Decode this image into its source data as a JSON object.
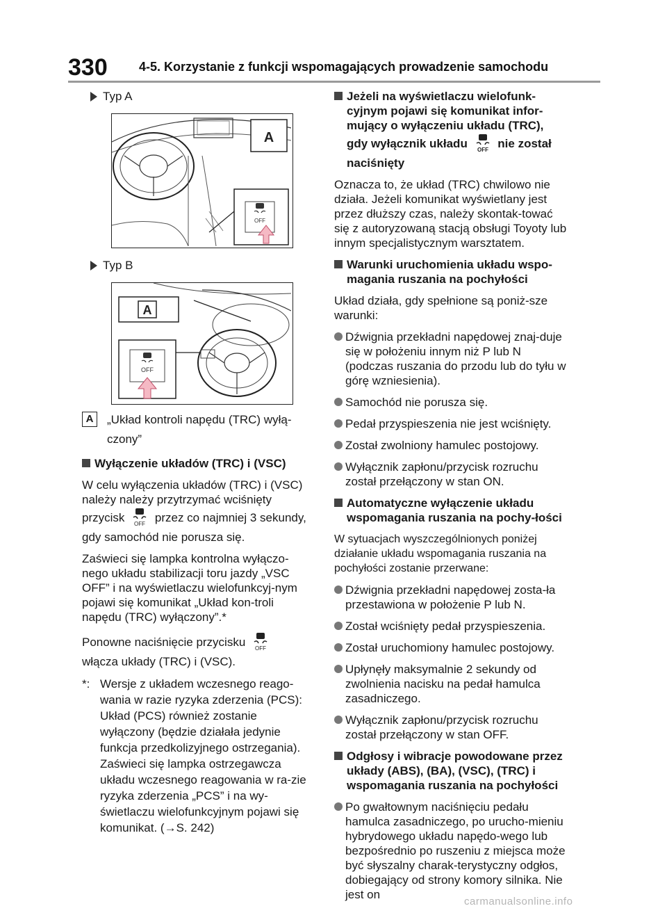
{
  "header": {
    "page_number": "330",
    "section_title": "4-5. Korzystanie z funkcji wspomagających prowadzenie samochodu"
  },
  "left": {
    "type_a": "Typ A",
    "type_b": "Typ B",
    "label_a": "A",
    "icon_off": "OFF",
    "caption_a_text": "„Układ kontroli napędu (TRC) wyłą-czony”",
    "heading1": "Wyłączenie układów (TRC) i (VSC)",
    "para1_line1": "W celu wyłączenia układów (TRC) i (VSC) należy należy przytrzymać wciśnięty przycisk",
    "para1_line2": "przez co najmniej 3 sekundy, gdy samochód nie porusza się.",
    "para2": "Zaświeci się lampka kontrolna wyłączo-nego układu stabilizacji toru jazdy „VSC OFF” i na wyświetlaczu wielofunkcyj-nym pojawi się komunikat „Układ kon-troli napędu (TRC) wyłączony”.*",
    "para3_pre": "Ponowne naciśnięcie przycisku",
    "para3_post": "włącza układy (TRC) i (VSC).",
    "footnote_mark": "*:",
    "footnote": "Wersje z układem wczesnego reago-wania w razie ryzyka zderzenia (PCS): Układ (PCS) również zostanie wyłączony (będzie działała jedynie funkcja przedkolizyjnego ostrzegania). Zaświeci się lampka ostrzegawcza układu wczesnego reagowania w ra-zie ryzyka zderzenia „PCS” i na wy-świetlaczu wielofunkcyjnym pojawi się komunikat. (→S. 242)"
  },
  "right": {
    "heading1_pre": "Jeżeli na wyświetlaczu wielofunk-cyjnym pojawi się komunikat infor-mujący o wyłączeniu układu (TRC), gdy wyłącznik układu",
    "heading1_post": "nie został naciśnięty",
    "para1": "Oznacza to, że układ (TRC) chwilowo nie działa. Jeżeli komunikat wyświetlany jest przez dłuższy czas, należy skontak-tować się z autoryzowaną stacją obsługi Toyoty lub innym specjalistycznym warsztatem.",
    "heading2": "Warunki uruchomienia układu wspo-magania ruszania na pochyłości",
    "para2": "Układ działa, gdy spełnione są poniż-sze warunki:",
    "bullets1": [
      "Dźwignia przekładni napędowej znaj-duje się w położeniu innym niż P lub N (podczas ruszania do przodu lub do tyłu w górę wzniesienia).",
      "Samochód nie porusza się.",
      "Pedał przyspieszenia nie jest wciśnięty.",
      "Został zwolniony hamulec postojowy.",
      "Wyłącznik zapłonu/przycisk rozruchu został przełączony w stan ON."
    ],
    "heading3": "Automatyczne wyłączenie układu wspomagania ruszania na pochy-łości",
    "para3": "W sytuacjach wyszczególnionych poniżej działanie układu wspomagania ruszania na pochyłości zostanie przerwane:",
    "bullets2": [
      "Dźwignia przekładni napędowej zosta-ła przestawiona w położenie P lub N.",
      "Został wciśnięty pedał przyspieszenia.",
      "Został uruchomiony hamulec postojowy.",
      "Upłynęły maksymalnie 2 sekundy od zwolnienia nacisku na pedał hamulca zasadniczego.",
      "Wyłącznik zapłonu/przycisk rozruchu został przełączony w stan OFF."
    ],
    "heading4": "Odgłosy i wibracje powodowane przez układy (ABS), (BA), (VSC), (TRC) i wspomagania ruszania na pochyłości",
    "bullets3": [
      "Po gwałtownym naciśnięciu pedału hamulca zasadniczego, po urucho-mieniu hybrydowego układu napędo-wego lub bezpośrednio po ruszeniu z miejsca może być słyszalny charak-terystyczny odgłos, dobiegający od strony komory silnika. Nie jest on"
    ]
  },
  "watermark": "carmanualsonline.info"
}
